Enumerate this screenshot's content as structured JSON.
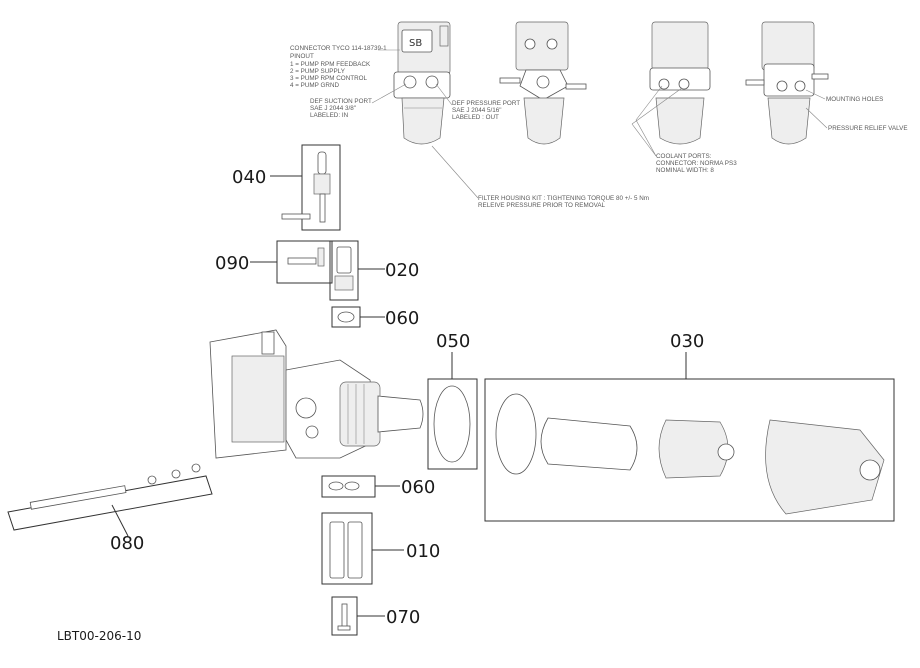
{
  "document_id": "LBT00-206-10",
  "callouts": {
    "p040": "040",
    "p090": "090",
    "p020": "020",
    "p060a": "060",
    "p050": "050",
    "p030": "030",
    "p060b": "060",
    "p080": "080",
    "p010": "010",
    "p070": "070"
  },
  "notes": {
    "connector": [
      "CONNECTOR TYCO 114-18739-1",
      "PINOUT",
      "1 = PUMP RPM FEEDBACK",
      "2 = PUMP SUPPLY",
      "3 = PUMP RPM CONTROL",
      "4 = PUMP GRND"
    ],
    "suction": [
      "DEF SUCTION PORT",
      "SAE J 2044 3/8\"",
      "LABELED: IN"
    ],
    "pressure": [
      "DEF PRESSURE PORT",
      "SAE J 2044 5/16\"",
      "LABELED : OUT"
    ],
    "coolant": [
      "COOLANT PORTS:",
      "CONNECTOR: NORMA PS3",
      "NOMINAL WIDTH: 8"
    ],
    "mounting": "MOUNTING HOLES",
    "relief": "PRESSURE RELIEF VALVE",
    "filter": [
      "FILTER HOUSING KIT : TIGHTENING TORQUE 80 +/- 5 Nm",
      "RELEIVE PRESSURE PRIOR TO REMOVAL"
    ]
  }
}
